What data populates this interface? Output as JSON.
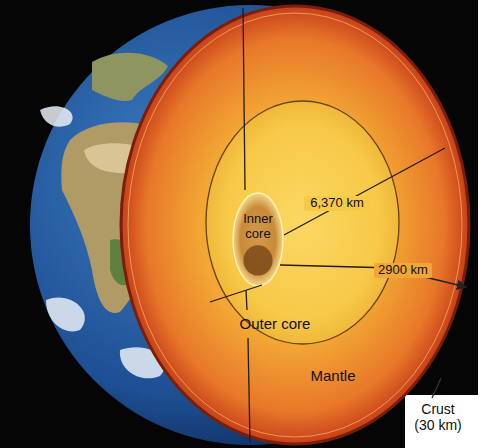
{
  "diagram": {
    "nodes": [
      {
        "text": [
          "Mantle"
        ]
      },
      {
        "text": [
          "Outer core"
        ],
        "in": 0
      },
      {
        "text": [
          "Inner core"
        ],
        "in": 1
      }
    ],
    "labels": [
      "6,370 km",
      "2900 km",
      "Crust (30 km)"
    ]
  }
}
